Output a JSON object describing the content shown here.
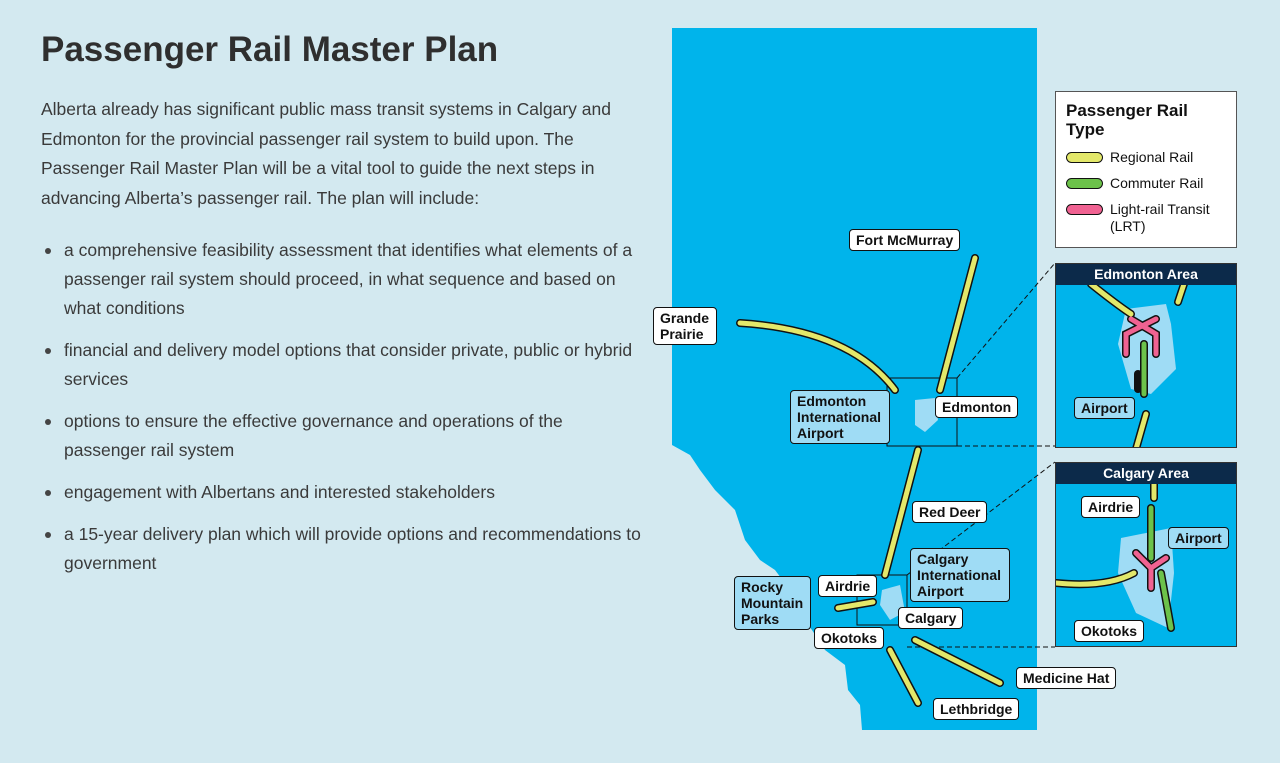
{
  "title": "Passenger Rail Master Plan",
  "intro": "Alberta already has significant public mass transit systems in Calgary and Edmonton for the provincial passenger rail system to build upon. The Passenger Rail Master Plan will be a vital tool to guide the next steps in advancing Alberta’s passenger rail. The plan will include:",
  "bullets": [
    "a comprehensive feasibility assessment that identifies what elements of a passenger rail system should proceed, in what sequence and based on what conditions",
    "financial and delivery model options that consider private, public or hybrid services",
    "options to ensure the effective governance and operations of the passenger rail system",
    "engagement with Albertans and interested stakeholders",
    "a 15-year delivery plan which will provide options and recommendations to government"
  ],
  "map": {
    "labels": {
      "fort_mcmurray": "Fort McMurray",
      "grande_prairie": "Grande Prairie",
      "edmonton_airport": "Edmonton International Airport",
      "edmonton": "Edmonton",
      "red_deer": "Red Deer",
      "calgary_airport": "Calgary International Airport",
      "rocky": "Rocky Mountain Parks",
      "airdrie": "Airdrie",
      "calgary": "Calgary",
      "okotoks": "Okotoks",
      "medicine_hat": "Medicine Hat",
      "lethbridge": "Lethbridge"
    },
    "legend": {
      "title": "Passenger Rail Type",
      "items": [
        {
          "label": "Regional Rail",
          "color": "#e3e86a"
        },
        {
          "label": "Commuter Rail",
          "color": "#6cc24a"
        },
        {
          "label": "Light-rail Transit (LRT)",
          "color": "#f06292"
        }
      ]
    },
    "edmonton_inset": {
      "title": "Edmonton Area",
      "airport": "Airport"
    },
    "calgary_inset": {
      "title": "Calgary Area",
      "airdrie": "Airdrie",
      "airport": "Airport",
      "okotoks": "Okotoks"
    }
  },
  "colors": {
    "background": "#d3e9f0",
    "province": "#00b4eb",
    "urban": "#9fdcf5",
    "inset_header": "#0c2a4a"
  }
}
